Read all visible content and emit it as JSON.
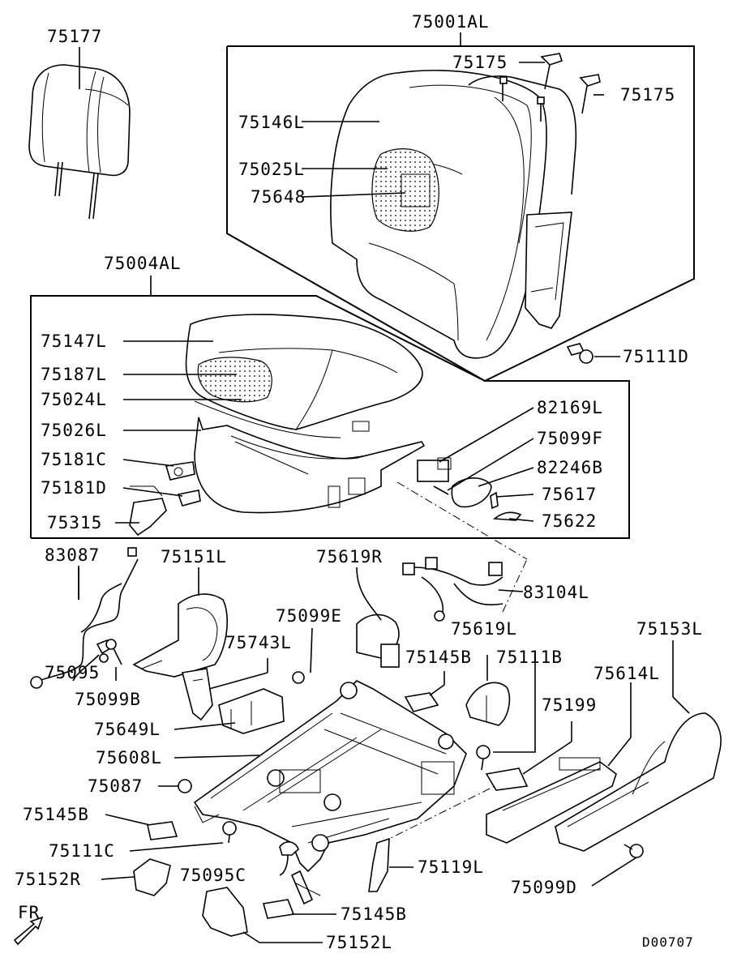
{
  "diagram": {
    "drawing_code": "D00707",
    "direction_label": "FR",
    "labels": {
      "p75177": "75177",
      "p75001AL": "75001AL",
      "p75175a": "75175",
      "p75175b": "75175",
      "p75146L": "75146L",
      "p75025L": "75025L",
      "p75648": "75648",
      "p75004AL": "75004AL",
      "p75147L": "75147L",
      "p75187L": "75187L",
      "p75024L": "75024L",
      "p75026L": "75026L",
      "p75181C": "75181C",
      "p75181D": "75181D",
      "p75315": "75315",
      "p75111D": "75111D",
      "p82169L": "82169L",
      "p75099F": "75099F",
      "p82246B": "82246B",
      "p75617": "75617",
      "p75622": "75622",
      "p83087": "83087",
      "p75151L": "75151L",
      "p75619R": "75619R",
      "p83104L": "83104L",
      "p75099E": "75099E",
      "p75743L": "75743L",
      "p75095": "75095",
      "p75099B": "75099B",
      "p75619L": "75619L",
      "p75145Ba": "75145B",
      "p75111B": "75111B",
      "p75153L": "75153L",
      "p75614L": "75614L",
      "p75649L": "75649L",
      "p75199": "75199",
      "p75608L": "75608L",
      "p75087": "75087",
      "p75145Bb": "75145B",
      "p75111C": "75111C",
      "p75152R": "75152R",
      "p75095C": "75095C",
      "p75119L": "75119L",
      "p75099D": "75099D",
      "p75145Bc": "75145B",
      "p75152L": "75152L"
    }
  }
}
